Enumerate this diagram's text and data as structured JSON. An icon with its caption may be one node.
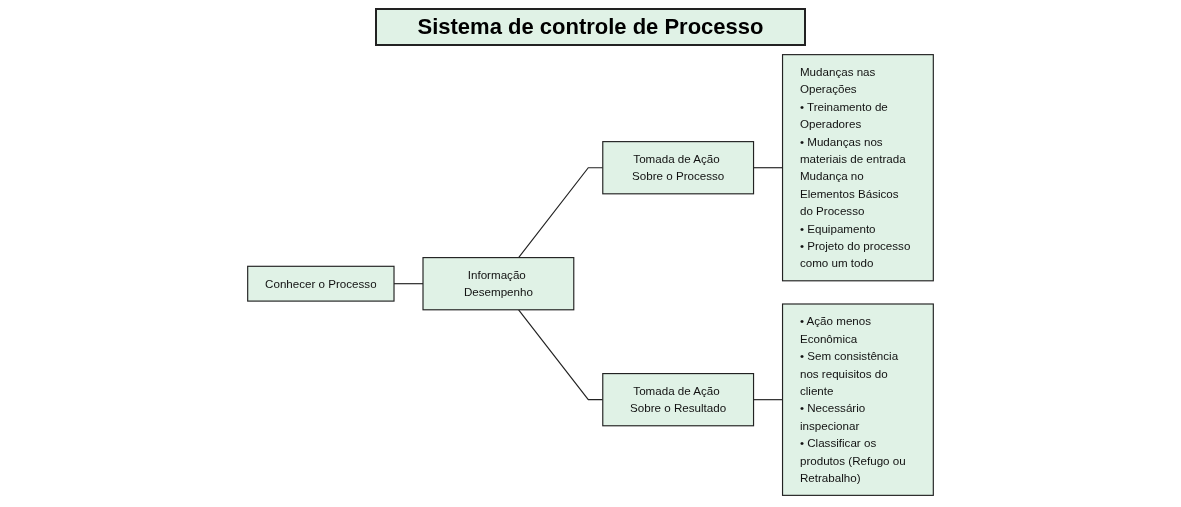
{
  "diagram": {
    "title": "Sistema de controle de Processo",
    "nodes": [
      {
        "text": [
          "Conhecer o Processo"
        ]
      },
      {
        "text": [
          "Informação Desempenho"
        ]
      },
      {
        "text": [
          "Tomada de Ação Sobre o Processo"
        ]
      },
      {
        "text": [
          "Mudanças nas Operações",
          "• Treinamento de Operadores",
          "• Mudanças nos materiais de entrada",
          "Mudança no Elementos Básicos do Processo",
          "• Equipamento",
          "• Projeto do processo como um todo"
        ]
      },
      {
        "text": [
          "Tomada de Ação Sobre o Resultado"
        ]
      },
      {
        "text": [
          "• Ação menos Econômica",
          "• Sem consistência nos requisitos do cliente",
          "• Necessário inspecionar",
          "• Classificar os produtos (Refugo ou Retrabalho)"
        ]
      }
    ],
    "edges": [
      {
        "from": 0,
        "to": 1,
        "arrow": "none"
      },
      {
        "from": 1,
        "to": 2,
        "arrow": "none"
      },
      {
        "from": 1,
        "to": 4,
        "arrow": "none"
      },
      {
        "from": 2,
        "to": 3,
        "arrow": "none"
      },
      {
        "from": 4,
        "to": 5,
        "arrow": "none"
      }
    ]
  }
}
